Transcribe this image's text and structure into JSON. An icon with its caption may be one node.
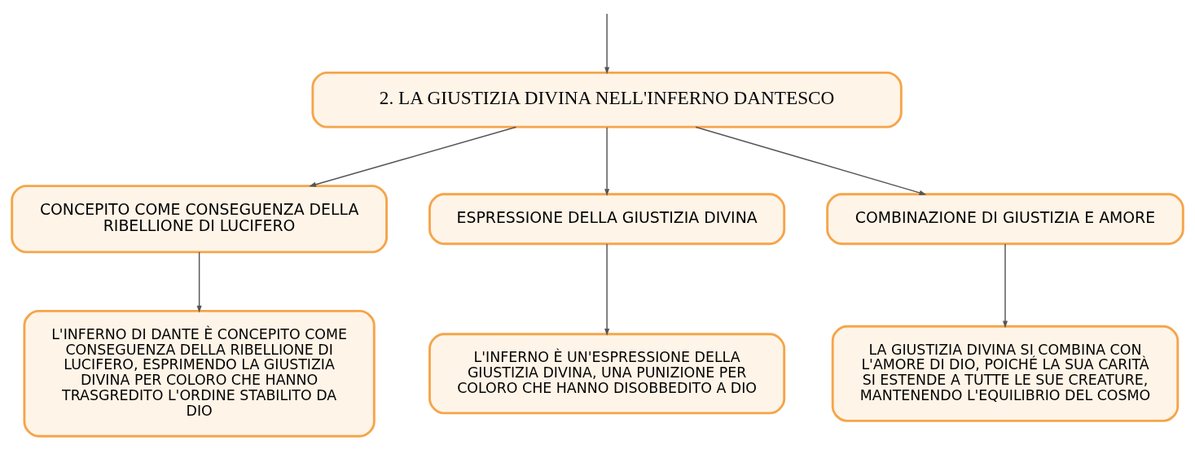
{
  "diagram": {
    "nodes": [
      {
        "text": [
          "2. LA GIUSTIZIA DIVINA NELL'INFERNO DANTESCO"
        ]
      },
      {
        "text": [
          "CONCEPITO COME CONSEGUENZA DELLA RIBELLIONE DI LUCIFERO"
        ]
      },
      {
        "text": [
          "ESPRESSIONE DELLA GIUSTIZIA DIVINA"
        ]
      },
      {
        "text": [
          "COMBINAZIONE DI GIUSTIZIA E AMORE"
        ]
      },
      {
        "text": [
          "L'INFERNO DI DANTE È CONCEPITO COME CONSEGUENZA DELLA RIBELLIONE DI LUCIFERO, ESPRIMENDO LA GIUSTIZIA DIVINA PER COLORO CHE HANNO TRASGREDITO L'ORDINE STABILITO DA DIO"
        ]
      },
      {
        "text": [
          "L'INFERNO È UN'ESPRESSIONE DELLA GIUSTIZIA DIVINA, UNA PUNIZIONE PER COLORO CHE HANNO DISOBBEDITO A DIO"
        ]
      },
      {
        "text": [
          "LA GIUSTIZIA DIVINA SI COMBINA CON L'AMORE DI DIO, POICHÉ LA SUA CARITÀ SI ESTENDE A TUTTE LE SUE CREATURE, MANTENENDO L'EQUILIBRIO DEL COSMO"
        ]
      }
    ],
    "edges": [
      {
        "from": null,
        "to": 0,
        "arrow": "to"
      },
      {
        "from": 0,
        "to": 1,
        "arrow": "to"
      },
      {
        "from": 0,
        "to": 2,
        "arrow": "to"
      },
      {
        "from": 0,
        "to": 3,
        "arrow": "to"
      },
      {
        "from": 1,
        "to": 4,
        "arrow": "to"
      },
      {
        "from": 2,
        "to": 5,
        "arrow": "to"
      },
      {
        "from": 3,
        "to": 6,
        "arrow": "to"
      }
    ]
  }
}
